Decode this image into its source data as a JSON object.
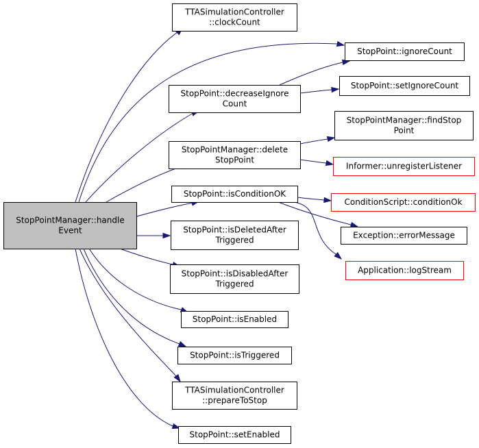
{
  "graph": {
    "colors": {
      "edge": "#191970",
      "root_fill": "#bfbfbf",
      "node_border": "#000000",
      "unresolved_border": "#ff0000"
    },
    "nodes": [
      {
        "id": "handleEvent",
        "lines": [
          "StopPointManager::handle",
          "Event"
        ],
        "root": true
      },
      {
        "id": "clockCount",
        "lines": [
          "TTASimulationController",
          "::clockCount"
        ]
      },
      {
        "id": "ignoreCount",
        "lines": [
          "StopPoint::ignoreCount"
        ]
      },
      {
        "id": "decreaseIgnoreCount",
        "lines": [
          "StopPoint::decreaseIgnore",
          "Count"
        ]
      },
      {
        "id": "setIgnoreCount",
        "lines": [
          "StopPoint::setIgnoreCount"
        ]
      },
      {
        "id": "findStopPoint",
        "lines": [
          "StopPointManager::findStop",
          "Point"
        ]
      },
      {
        "id": "deleteStopPoint",
        "lines": [
          "StopPointManager::delete",
          "StopPoint"
        ]
      },
      {
        "id": "unregisterListener",
        "lines": [
          "Informer::unregisterListener"
        ],
        "red": true
      },
      {
        "id": "isConditionOK",
        "lines": [
          "StopPoint::isConditionOK"
        ]
      },
      {
        "id": "conditionOk",
        "lines": [
          "ConditionScript::conditionOk"
        ],
        "red": true
      },
      {
        "id": "errorMessage",
        "lines": [
          "Exception::errorMessage"
        ]
      },
      {
        "id": "isDeletedAfterTriggered",
        "lines": [
          "StopPoint::isDeletedAfter",
          "Triggered"
        ]
      },
      {
        "id": "logStream",
        "lines": [
          "Application::logStream"
        ],
        "red": true
      },
      {
        "id": "isDisabledAfterTriggered",
        "lines": [
          "StopPoint::isDisabledAfter",
          "Triggered"
        ]
      },
      {
        "id": "isEnabled",
        "lines": [
          "StopPoint::isEnabled"
        ]
      },
      {
        "id": "isTriggered",
        "lines": [
          "StopPoint::isTriggered"
        ]
      },
      {
        "id": "prepareToStop",
        "lines": [
          "TTASimulationController",
          "::prepareToStop"
        ]
      },
      {
        "id": "setEnabled",
        "lines": [
          "StopPoint::setEnabled"
        ]
      }
    ],
    "edges": [
      {
        "from": "handleEvent",
        "to": "clockCount"
      },
      {
        "from": "handleEvent",
        "to": "ignoreCount"
      },
      {
        "from": "handleEvent",
        "to": "decreaseIgnoreCount"
      },
      {
        "from": "handleEvent",
        "to": "deleteStopPoint"
      },
      {
        "from": "handleEvent",
        "to": "isConditionOK"
      },
      {
        "from": "handleEvent",
        "to": "isDeletedAfterTriggered"
      },
      {
        "from": "handleEvent",
        "to": "isDisabledAfterTriggered"
      },
      {
        "from": "handleEvent",
        "to": "isEnabled"
      },
      {
        "from": "handleEvent",
        "to": "isTriggered"
      },
      {
        "from": "handleEvent",
        "to": "prepareToStop"
      },
      {
        "from": "handleEvent",
        "to": "setEnabled"
      },
      {
        "from": "decreaseIgnoreCount",
        "to": "ignoreCount"
      },
      {
        "from": "decreaseIgnoreCount",
        "to": "setIgnoreCount"
      },
      {
        "from": "deleteStopPoint",
        "to": "findStopPoint"
      },
      {
        "from": "deleteStopPoint",
        "to": "unregisterListener"
      },
      {
        "from": "isConditionOK",
        "to": "conditionOk"
      },
      {
        "from": "isConditionOK",
        "to": "errorMessage"
      },
      {
        "from": "isConditionOK",
        "to": "logStream"
      }
    ]
  }
}
